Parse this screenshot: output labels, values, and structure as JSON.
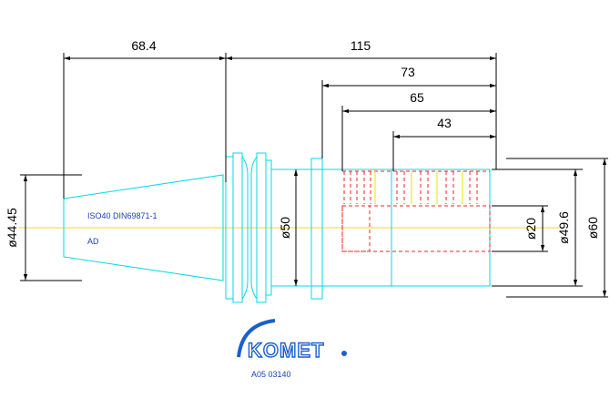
{
  "dimensions": {
    "d68_4": "68.4",
    "d115": "115",
    "d73": "73",
    "d65": "65",
    "d43": "43",
    "dia44_45": "ø44.45",
    "dia50": "ø50",
    "dia20": "ø20",
    "dia49_6": "ø49.6",
    "dia60": "ø60"
  },
  "notes": {
    "standard": "ISO40 DIN69871-1",
    "variant": "AD"
  },
  "brand": {
    "name": "KOMET",
    "part_number": "A05 03140"
  },
  "colors": {
    "outline": "#00d8e8",
    "hidden": "#ff2020",
    "centerline": "#f0e000",
    "dimension": "#000000",
    "brand": "#1a5fd0"
  }
}
